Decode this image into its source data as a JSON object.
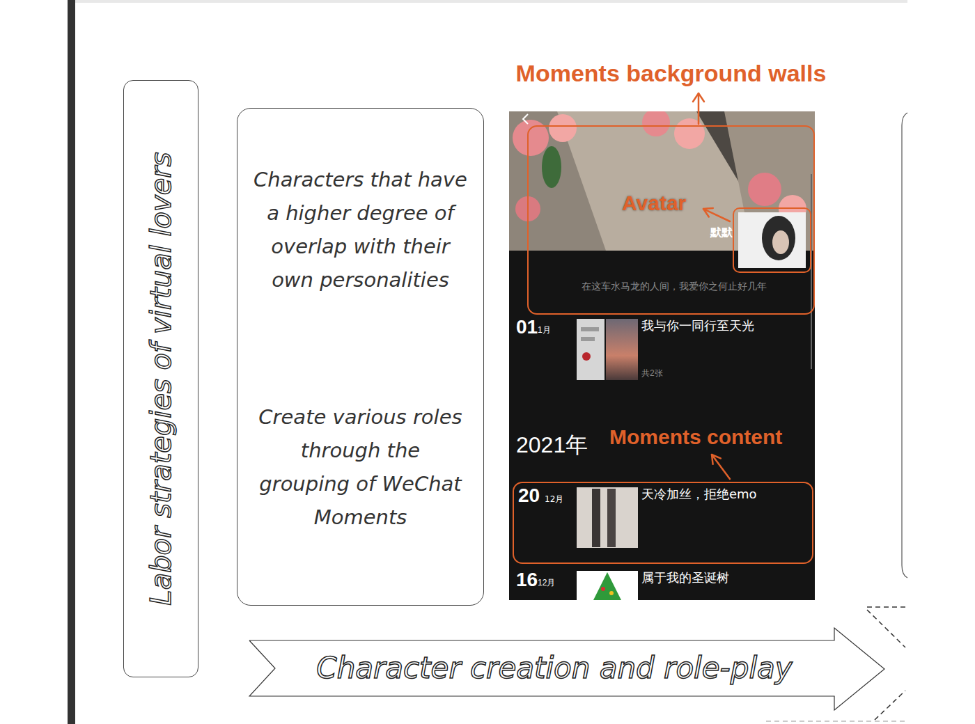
{
  "diagram": {
    "nodes": [
      {
        "text": [
          "Labor strategies of virtual lovers"
        ]
      },
      {
        "text": [
          "Characters that have a higher degree of overlap with their own personalities",
          "Create various roles through the grouping of WeChat Moments"
        ]
      },
      {
        "text": [
          "Moments background walls",
          "默默",
          "在这车水马龙的人间，我爱你之何止好几年"
        ]
      },
      {
        "text": [
          "Avatar"
        ],
        "in": 2
      },
      {
        "text": [
          "Moments content",
          "20",
          "12月",
          "天冷加丝，拒绝emo"
        ]
      },
      {
        "text": [
          "Character creation and role-play"
        ]
      }
    ],
    "labels": [
      "01",
      "1月",
      "我与你一同行至天光",
      "共2张",
      "2021年",
      "16",
      "12月",
      "属于我的圣诞树"
    ]
  }
}
